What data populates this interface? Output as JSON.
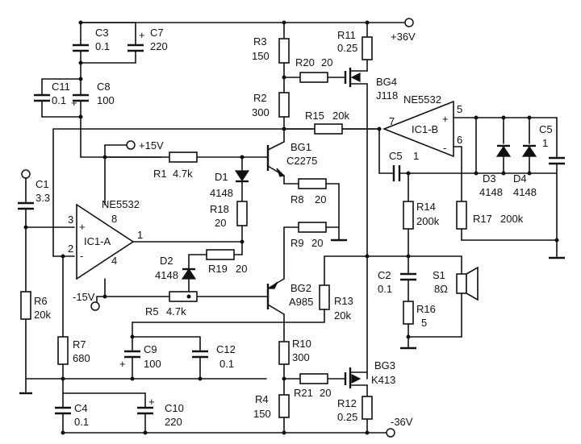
{
  "rails": {
    "pos36": "+36V",
    "neg36": "-36V",
    "pos15": "+15V",
    "neg15": "-15V"
  },
  "ics": {
    "ic1a": {
      "label": "IC1-A",
      "part": "NE5532",
      "pins": {
        "inp": "3",
        "inn": "2",
        "vcc": "8",
        "vee": "4",
        "out": "1"
      }
    },
    "ic1b": {
      "label": "IC1-B",
      "part": "NE5532",
      "pins": {
        "inp": "7",
        "out": "5",
        "inn": "6"
      }
    }
  },
  "resistors": {
    "r1": {
      "ref": "R1",
      "value": "4.7k"
    },
    "r2": {
      "ref": "R2",
      "value": "300"
    },
    "r3": {
      "ref": "R3",
      "value": "150"
    },
    "r4": {
      "ref": "R4",
      "value": "150"
    },
    "r5": {
      "ref": "R5",
      "value": "4.7k"
    },
    "r6": {
      "ref": "R6",
      "value": "20k"
    },
    "r7": {
      "ref": "R7",
      "value": "680"
    },
    "r8": {
      "ref": "R8",
      "value": "20"
    },
    "r9": {
      "ref": "R9",
      "value": "20"
    },
    "r10": {
      "ref": "R10",
      "value": "300"
    },
    "r11": {
      "ref": "R11",
      "value": "0.25"
    },
    "r12": {
      "ref": "R12",
      "value": "0.25"
    },
    "r13": {
      "ref": "R13",
      "value": "20k"
    },
    "r14": {
      "ref": "R14",
      "value": "200k"
    },
    "r15": {
      "ref": "R15",
      "value": "20k"
    },
    "r16": {
      "ref": "R16",
      "value": "5"
    },
    "r17": {
      "ref": "R17",
      "value": "200k"
    },
    "r18": {
      "ref": "R18",
      "value": "20"
    },
    "r19": {
      "ref": "R19",
      "value": "20"
    },
    "r20": {
      "ref": "R20",
      "value": "20"
    },
    "r21": {
      "ref": "R21",
      "value": "20"
    }
  },
  "capacitors": {
    "c1": {
      "ref": "C1",
      "value": "3.3"
    },
    "c2": {
      "ref": "C2",
      "value": "0.1"
    },
    "c3": {
      "ref": "C3",
      "value": "0.1"
    },
    "c4": {
      "ref": "C4",
      "value": "0.1"
    },
    "c5a": {
      "ref": "C5",
      "value": "1"
    },
    "c5b": {
      "ref": "C5",
      "value": "1"
    },
    "c7": {
      "ref": "C7",
      "value": "220"
    },
    "c8": {
      "ref": "C8",
      "value": "100"
    },
    "c9": {
      "ref": "C9",
      "value": "100"
    },
    "c10": {
      "ref": "C10",
      "value": "220"
    },
    "c11": {
      "ref": "C11",
      "value": "0.1"
    },
    "c12": {
      "ref": "C12",
      "value": "0.1"
    }
  },
  "diodes": {
    "d1": {
      "ref": "D1",
      "value": "4148"
    },
    "d2": {
      "ref": "D2",
      "value": "4148"
    },
    "d3": {
      "ref": "D3",
      "value": "4148"
    },
    "d4": {
      "ref": "D4",
      "value": "4148"
    }
  },
  "transistors": {
    "bg1": {
      "ref": "BG1",
      "part": "C2275"
    },
    "bg2": {
      "ref": "BG2",
      "part": "A985"
    },
    "bg3": {
      "ref": "BG3",
      "part": "K413"
    },
    "bg4": {
      "ref": "BG4",
      "part": "J118"
    }
  },
  "speaker": {
    "ref": "S1",
    "value": "8Ω"
  },
  "polarity": {
    "plus": "+",
    "minus": "-"
  }
}
